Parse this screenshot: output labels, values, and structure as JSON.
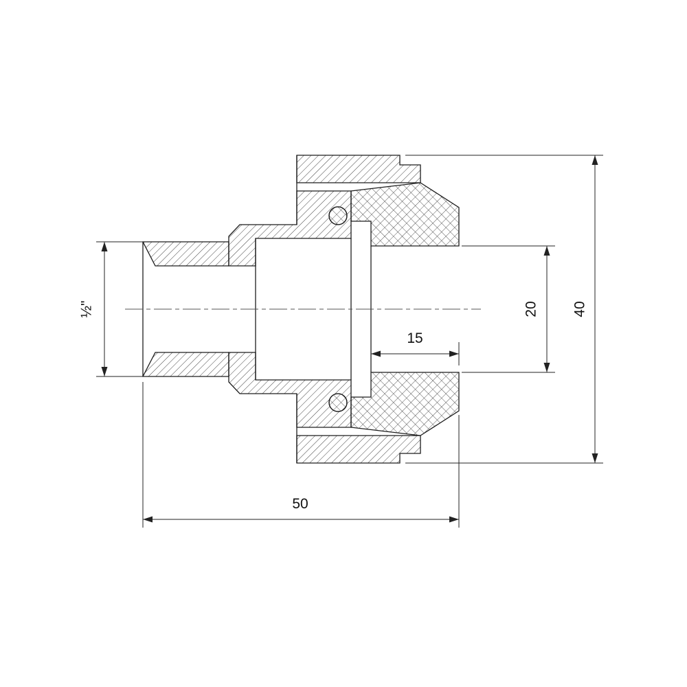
{
  "canvas": {
    "background": "#ffffff",
    "line_color": "#1c1c1c",
    "hatch_color": "#444444"
  },
  "drawing": {
    "kind": "technical-section-drawing",
    "parts": [
      "male-thread",
      "brass-body",
      "union-nut",
      "socket-tail",
      "o-ring-seal"
    ],
    "dimensions": {
      "thread_size": "½\"",
      "socket_depth": "15",
      "bore_diameter": "20",
      "outer_diameter": "40",
      "overall_length": "50"
    }
  }
}
